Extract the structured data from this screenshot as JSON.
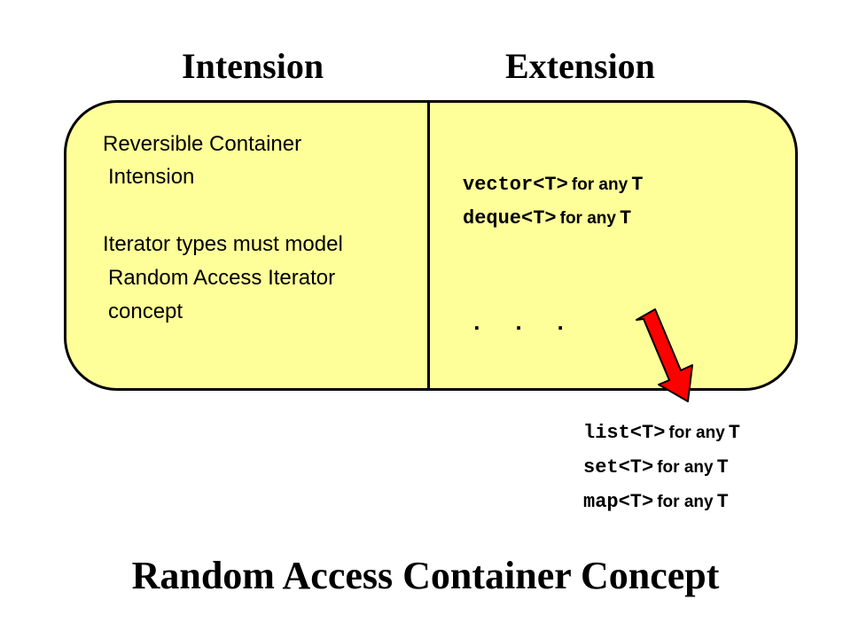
{
  "headings": {
    "intension": "Intension",
    "extension": "Extension"
  },
  "intension_text": [
    "Reversible Container",
    "Intension",
    "Iterator types must model",
    "Random Access Iterator",
    "concept"
  ],
  "extension_inside": [
    {
      "code": "vector<T>",
      "for_any": "for any",
      "param": "T"
    },
    {
      "code": "deque<T>",
      "for_any": "for any",
      "param": "T"
    }
  ],
  "ellipsis": ". . .",
  "excluded": [
    {
      "code": "list<T>",
      "for_any": "for any",
      "param": "T"
    },
    {
      "code": "set<T>",
      "for_any": "for any",
      "param": "T"
    },
    {
      "code": "map<T>",
      "for_any": "for any",
      "param": "T"
    }
  ],
  "footer_title": "Random Access Container Concept",
  "colors": {
    "box_fill": "#ffff99",
    "arrow": "#ff0000",
    "outline": "#000000"
  }
}
